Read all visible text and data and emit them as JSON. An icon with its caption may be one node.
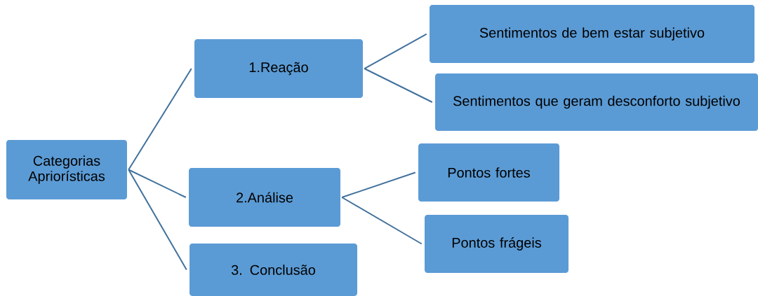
{
  "diagram": {
    "nodes": [
      {
        "text": [
          "Categorias Apriorísticas"
        ]
      },
      {
        "text": [
          "1.Reação"
        ]
      },
      {
        "text": [
          "Sentimentos de bem estar subjetivo"
        ]
      },
      {
        "text": [
          "Sentimentos que geram desconforto subjetivo"
        ]
      },
      {
        "text": [
          "2.Análise"
        ]
      },
      {
        "text": [
          "Pontos fortes"
        ]
      },
      {
        "text": [
          "Pontos frágeis"
        ]
      },
      {
        "text": [
          "3. Conclusão"
        ]
      }
    ],
    "edges": [
      {
        "from": 0,
        "to": 1,
        "arrow": "none"
      },
      {
        "from": 0,
        "to": 4,
        "arrow": "none"
      },
      {
        "from": 0,
        "to": 7,
        "arrow": "none"
      },
      {
        "from": 1,
        "to": 2,
        "arrow": "none"
      },
      {
        "from": 1,
        "to": 3,
        "arrow": "none"
      },
      {
        "from": 4,
        "to": 5,
        "arrow": "none"
      },
      {
        "from": 4,
        "to": 6,
        "arrow": "none"
      }
    ]
  }
}
